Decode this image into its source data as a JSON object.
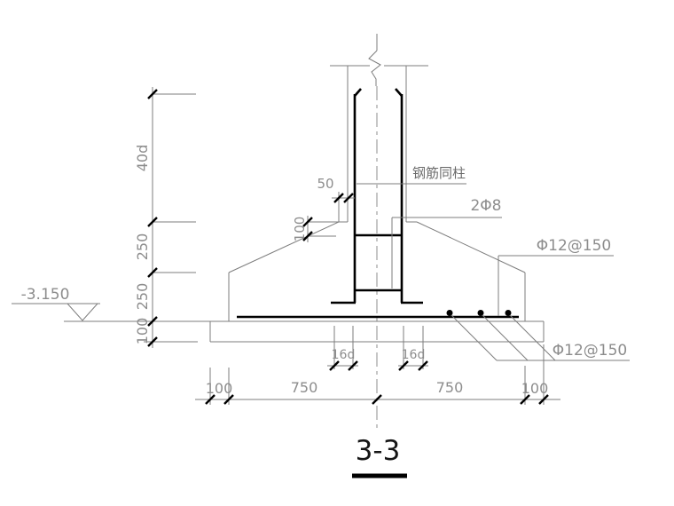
{
  "drawing": {
    "section_title": "3-3",
    "elevation_label": "-3.150",
    "left_dimensions": [
      "40d",
      "250",
      "250",
      "100"
    ],
    "bottom_dimensions": [
      "100",
      "750",
      "750",
      "100"
    ],
    "hook_length_dimensions": [
      "16d",
      "16d"
    ],
    "column_ledge_dimension": "50",
    "tie_offset_dimension": "100",
    "annotations": {
      "column_rebar_note": "钢筋同柱",
      "tie_bars": "2Φ8",
      "footing_top_bars": "Φ12@150",
      "footing_bottom_bars": "Φ12@150"
    },
    "colors": {
      "thin_line": "#7c7c7c",
      "heavy_line": "#000000",
      "dim_text": "#8d8d8d",
      "title_text": "#161616",
      "background": "#ffffff"
    }
  }
}
